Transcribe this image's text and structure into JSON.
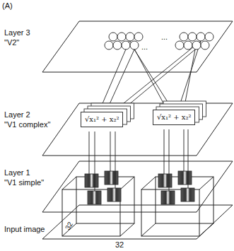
{
  "diagram": {
    "nodes": [
      {
        "text": [
          "√x₁² + x₂²"
        ]
      },
      {
        "text": [
          "√x₁² + x₂²"
        ]
      }
    ],
    "labels": [
      "(A)",
      "Layer 3",
      "\"V2\"",
      "...",
      "...",
      "Layer 2",
      "\"V1 complex\"",
      "Layer 1",
      "\"V1 simple\"",
      "Input image",
      "32",
      "32"
    ]
  }
}
